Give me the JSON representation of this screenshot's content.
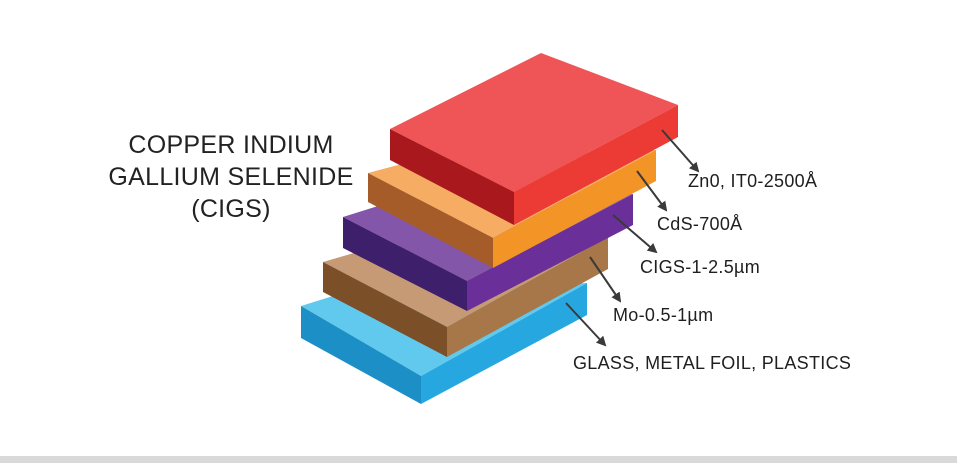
{
  "title": {
    "line1": "COPPER INDIUM",
    "line2": "GALLIUM SELENIDE",
    "line3": "(CIGS)"
  },
  "layers": [
    {
      "name": "glass",
      "label": "GLASS, METAL FOIL, PLASTICS",
      "colors": {
        "top": "#62c9ee",
        "front": "#27a7e0",
        "left": "#1b8fc6"
      }
    },
    {
      "name": "mo",
      "label": "Mo-0.5-1µm",
      "colors": {
        "top": "#c69a74",
        "front": "#a77749",
        "left": "#7b4f28"
      }
    },
    {
      "name": "cigs",
      "label": "CIGS-1-2.5µm",
      "colors": {
        "top": "#8456a9",
        "front": "#6a2f98",
        "left": "#3d1f6b"
      }
    },
    {
      "name": "cds",
      "label": "CdS-700Å",
      "colors": {
        "top": "#f6ad63",
        "front": "#f29426",
        "left": "#a65c28"
      }
    },
    {
      "name": "zno",
      "label": "Zn0, IT0-2500Å",
      "colors": {
        "top": "#ef5456",
        "front": "#ec3a35",
        "left": "#a8181d"
      }
    }
  ],
  "arrow_color": "#3a3a3a"
}
